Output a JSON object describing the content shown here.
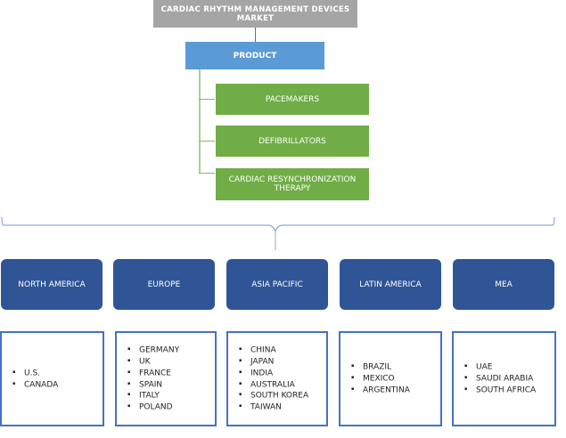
{
  "title": "CARDIAC RHYTHM MANAGEMENT DEVICES MARKET",
  "product": {
    "label": "PRODUCT",
    "items": [
      "PACEMAKERS",
      "DEFIBRILLATORS",
      "CARDIAC RESYNCHRONIZATION THERAPY"
    ]
  },
  "regions": [
    {
      "label": "NORTH AMERICA",
      "countries": [
        "U.S.",
        "CANADA"
      ]
    },
    {
      "label": "EUROPE",
      "countries": [
        "GERMANY",
        "UK",
        "FRANCE",
        "SPAIN",
        "ITALY",
        "POLAND"
      ]
    },
    {
      "label": "ASIA PACIFIC",
      "countries": [
        "CHINA",
        "JAPAN",
        "INDIA",
        "AUSTRALIA",
        "SOUTH KOREA",
        "TAIWAN"
      ]
    },
    {
      "label": "LATIN AMERICA",
      "countries": [
        "BRAZIL",
        "MEXICO",
        "ARGENTINA"
      ]
    },
    {
      "label": "MEA",
      "countries": [
        "UAE",
        "SAUDI ARABIA",
        "SOUTH AFRICA"
      ]
    }
  ],
  "colors": {
    "title_bg": "#a5a5a5",
    "product_bg": "#5b9bd5",
    "segment_bg": "#70ad47",
    "region_bg": "#2f5597",
    "list_border": "#4472c4"
  }
}
